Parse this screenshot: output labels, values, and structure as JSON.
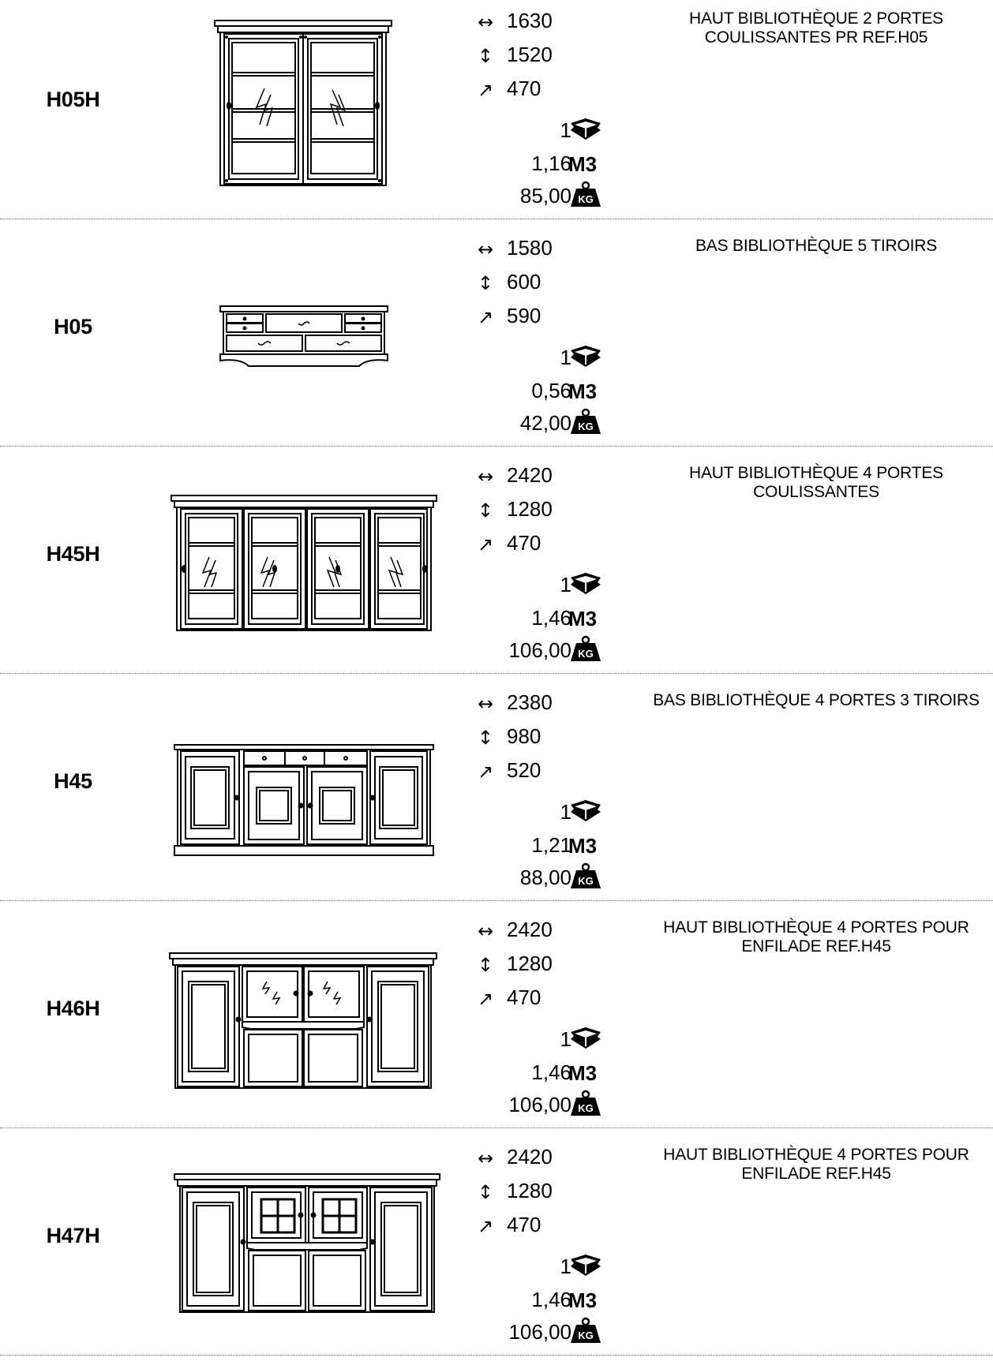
{
  "icons": {
    "width": "width-arrow-icon",
    "height": "height-arrow-icon",
    "depth": "depth-arrow-icon",
    "package": "package-box-icon",
    "volume_unit": "M3",
    "weight": "kg-weight-icon",
    "weight_label": "KG"
  },
  "products": [
    {
      "ref": "H05H",
      "width": "1630",
      "height": "1520",
      "depth": "470",
      "packages": "1",
      "volume": "1,16",
      "weight": "85,00",
      "description": [
        "HAUT BIBLIOTHÈQUE 2 PORTES",
        "COULISSANTES PR REF.H05"
      ]
    },
    {
      "ref": "H05",
      "width": "1580",
      "height": "600",
      "depth": "590",
      "packages": "1",
      "volume": "0,56",
      "weight": "42,00",
      "description": [
        "BAS BIBLIOTHÈQUE 5 TIROIRS"
      ]
    },
    {
      "ref": "H45H",
      "width": "2420",
      "height": "1280",
      "depth": "470",
      "packages": "1",
      "volume": "1,46",
      "weight": "106,00",
      "description": [
        "HAUT BIBLIOTHÈQUE 4 PORTES",
        "COULISSANTES"
      ]
    },
    {
      "ref": "H45",
      "width": "2380",
      "height": "980",
      "depth": "520",
      "packages": "1",
      "volume": "1,21",
      "weight": "88,00",
      "description": [
        "BAS BIBLIOTHÈQUE 4 PORTES 3 TIROIRS"
      ]
    },
    {
      "ref": "H46H",
      "width": "2420",
      "height": "1280",
      "depth": "470",
      "packages": "1",
      "volume": "1,46",
      "weight": "106,00",
      "description": [
        "HAUT BIBLIOTHÈQUE 4 PORTES POUR",
        "ENFILADE REF.H45"
      ]
    },
    {
      "ref": "H47H",
      "width": "2420",
      "height": "1280",
      "depth": "470",
      "packages": "1",
      "volume": "1,46",
      "weight": "106,00",
      "description": [
        "HAUT BIBLIOTHÈQUE 4 PORTES POUR",
        "ENFILADE REF.H45"
      ]
    }
  ]
}
